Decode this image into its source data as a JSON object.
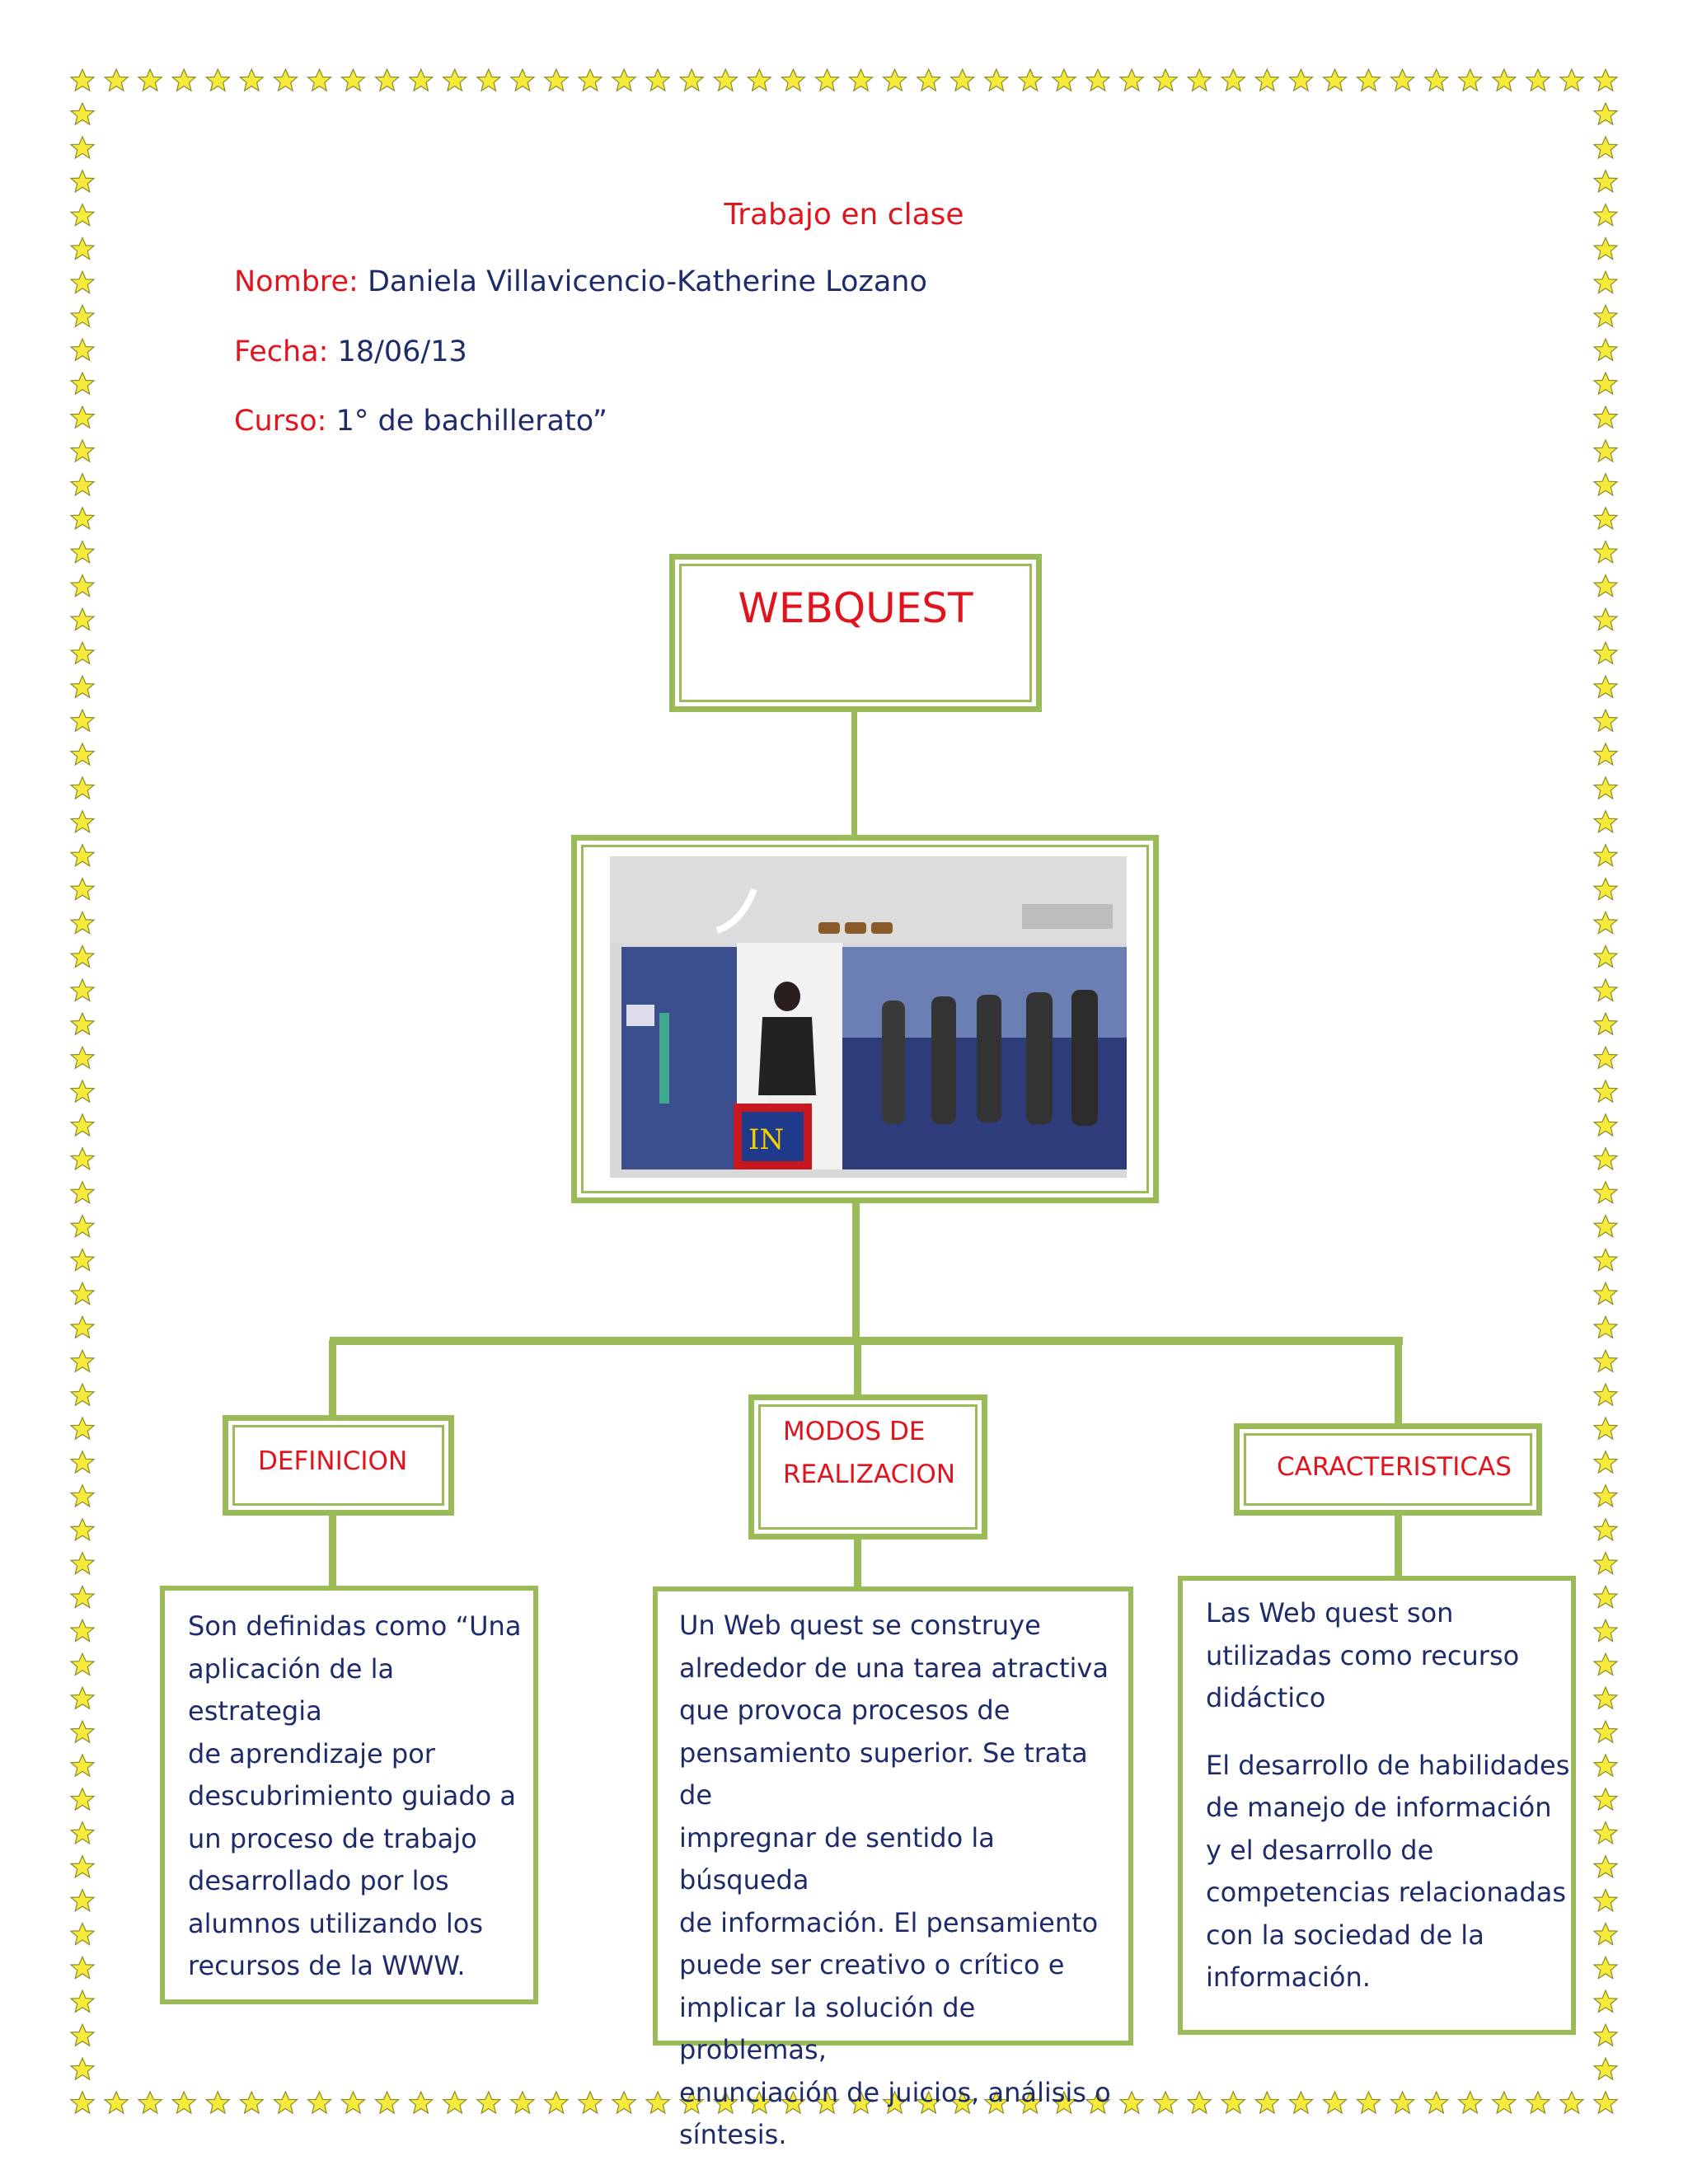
{
  "document": {
    "title": "Trabajo en clase",
    "nombre_label": "Nombre:",
    "nombre_value": " Daniela Villavicencio-Katherine Lozano",
    "fecha_label": "Fecha:",
    "fecha_value": " 18/06/13",
    "curso_label": "Curso:",
    "curso_value": " 1° de bachillerato”"
  },
  "diagram": {
    "root": "WEBQUEST",
    "categories": [
      {
        "label": [
          "DEFINICION"
        ],
        "description": [
          "Son definidas como “Una",
          "aplicación de la estrategia",
          "de aprendizaje por",
          "descubrimiento guiado a",
          "un proceso de trabajo",
          "desarrollado por los",
          "alumnos utilizando los",
          "recursos de la WWW."
        ]
      },
      {
        "label": [
          "MODOS DE",
          "REALIZACION"
        ],
        "description": [
          "Un Web quest se construye",
          "alrededor de una tarea atractiva",
          "que provoca procesos de",
          "pensamiento superior. Se trata de",
          "impregnar de sentido la búsqueda",
          "de información. El pensamiento",
          "puede ser creativo o crítico e",
          "implicar la solución de problemas,",
          "enunciación de juicios, análisis o",
          "síntesis."
        ]
      },
      {
        "label": [
          "CARACTERISTICAS"
        ],
        "description": [
          "Las Web quest son",
          "utilizadas como recurso",
          "didáctico"
        ],
        "description2": [
          "El desarrollo de habilidades",
          "de manejo de información",
          "y el desarrollo de",
          "competencias relacionadas",
          "con la sociedad de la",
          "información."
        ]
      }
    ]
  },
  "colors": {
    "label_red": "#e1141d",
    "text_navy": "#1e2b6b",
    "box_green": "#9bbb59",
    "star_yellow": "#f6ea3a"
  },
  "icons": [
    "star-icon"
  ]
}
